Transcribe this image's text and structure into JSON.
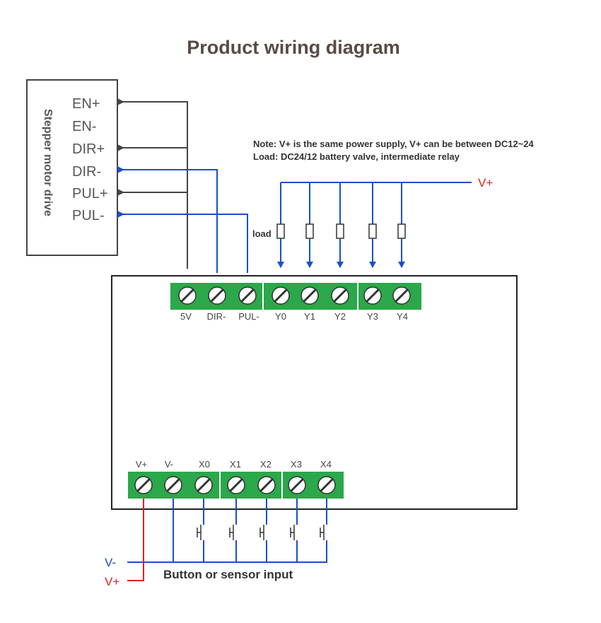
{
  "title": "Product wiring diagram",
  "note": {
    "line1": "Note: V+ is the same power supply, V+ can be between DC12~24",
    "line2": "Load: DC24/12 battery valve, intermediate relay"
  },
  "drive": {
    "name": "Stepper motor drive",
    "pins": [
      "EN+",
      "EN-",
      "DIR+",
      "DIR-",
      "PUL+",
      "PUL-"
    ]
  },
  "output_terminals": [
    "5V",
    "DIR-",
    "PUL-",
    "Y0",
    "Y1",
    "Y2",
    "Y3",
    "Y4"
  ],
  "input_terminals": [
    "V+",
    "V-",
    "X0",
    "X1",
    "X2",
    "X3",
    "X4"
  ],
  "load_label": "load",
  "supply": {
    "vplus_top": "V+",
    "vminus_bottom": "V-",
    "vplus_bottom": "V+"
  },
  "input_caption": "Button or sensor input",
  "colors": {
    "title": "#5a4a43",
    "wire_dark": "#444444",
    "wire_blue": "#1a4fc9",
    "wire_red": "#e02020",
    "terminal_green": "#2aa84a",
    "outline": "#222222"
  }
}
